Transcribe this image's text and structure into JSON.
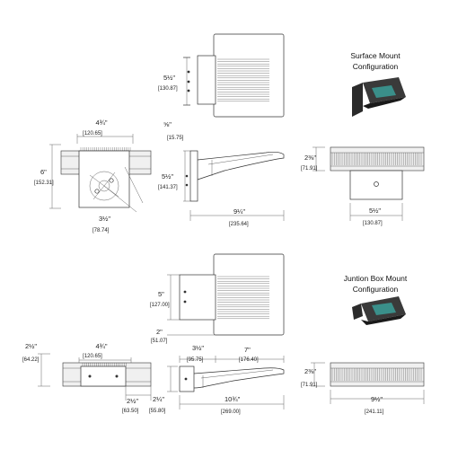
{
  "surface": {
    "title_line1": "Surface Mount",
    "title_line2": "Configuration",
    "top_view": {
      "height_frac": "5½\"",
      "height_mm": "[130.87]"
    },
    "front_left": {
      "width_frac": "4¾\"",
      "width_mm": "[120.65]",
      "height_frac": "6\"",
      "height_mm": "[152.31]",
      "diag_frac": "3½\"",
      "diag_mm": "[78.74]"
    },
    "side_view": {
      "arm_frac": "⅝\"",
      "arm_mm": "[15.75]",
      "height_frac": "5½\"",
      "height_mm": "[141.37]",
      "length_frac": "9¼\"",
      "length_mm": "[235.64]"
    },
    "right_view": {
      "height_frac": "2⅜\"",
      "height_mm": "[71.91]",
      "width_frac": "5½\"",
      "width_mm": "[130.87]"
    }
  },
  "junction": {
    "title_line1": "Juntion Box Mount",
    "title_line2": "Configuration",
    "top_view": {
      "height_frac": "5\"",
      "height_mm": "[127.00]",
      "off_frac": "2\"",
      "off_mm": "[51.07]"
    },
    "front_left": {
      "height_frac": "2½\"",
      "height_mm": "[64.22]",
      "width_frac": "4¾\"",
      "width_mm": "[120.65]",
      "bottom_frac": "2½\"",
      "bottom_mm": "[63.50]"
    },
    "side_view": {
      "left_frac": "2¼\"",
      "left_mm": "[55.80]",
      "arm_frac": "3½\"",
      "arm_mm": "[95.75]",
      "arm2_frac": "7\"",
      "arm2_mm": "[176.40]",
      "length_frac": "10¾\"",
      "length_mm": "[269.00]"
    },
    "right_view": {
      "height_frac": "2⅜\"",
      "height_mm": "[71.91]",
      "width_frac": "9½\"",
      "width_mm": "[241.11]"
    }
  },
  "colors": {
    "line": "#333333",
    "fixture_dark": "#2b2b2b",
    "lens": "#3a8f8a"
  }
}
